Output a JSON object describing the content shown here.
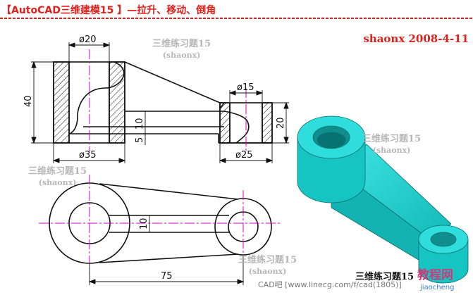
{
  "title": "【AutoCAD三维建模15 】—拉升、移动、倒角",
  "author": "shaonx  2008-4-11",
  "watermark": {
    "line1": "三维练习题15",
    "line2": "(shaonx)"
  },
  "dimensions": {
    "top_hole": "ø20",
    "small_hole": "ø15",
    "height_40": "40",
    "height_20": "20",
    "web_10": "10",
    "web_5": "5",
    "base_35": "ø35",
    "base_25": "ø25",
    "plan_10": "10",
    "plan_75": "75"
  },
  "footer": {
    "label": "三维练习题15",
    "site": "CAD吧  [www.linecg.com/f/cad(1805)]"
  },
  "logo": {
    "text": "教程网",
    "sub": "jiaocheng"
  },
  "colors": {
    "accent": "#e0201a",
    "centerline": "#d000d0",
    "model": "#19d0cf",
    "model_dark": "#0e8f8e"
  }
}
